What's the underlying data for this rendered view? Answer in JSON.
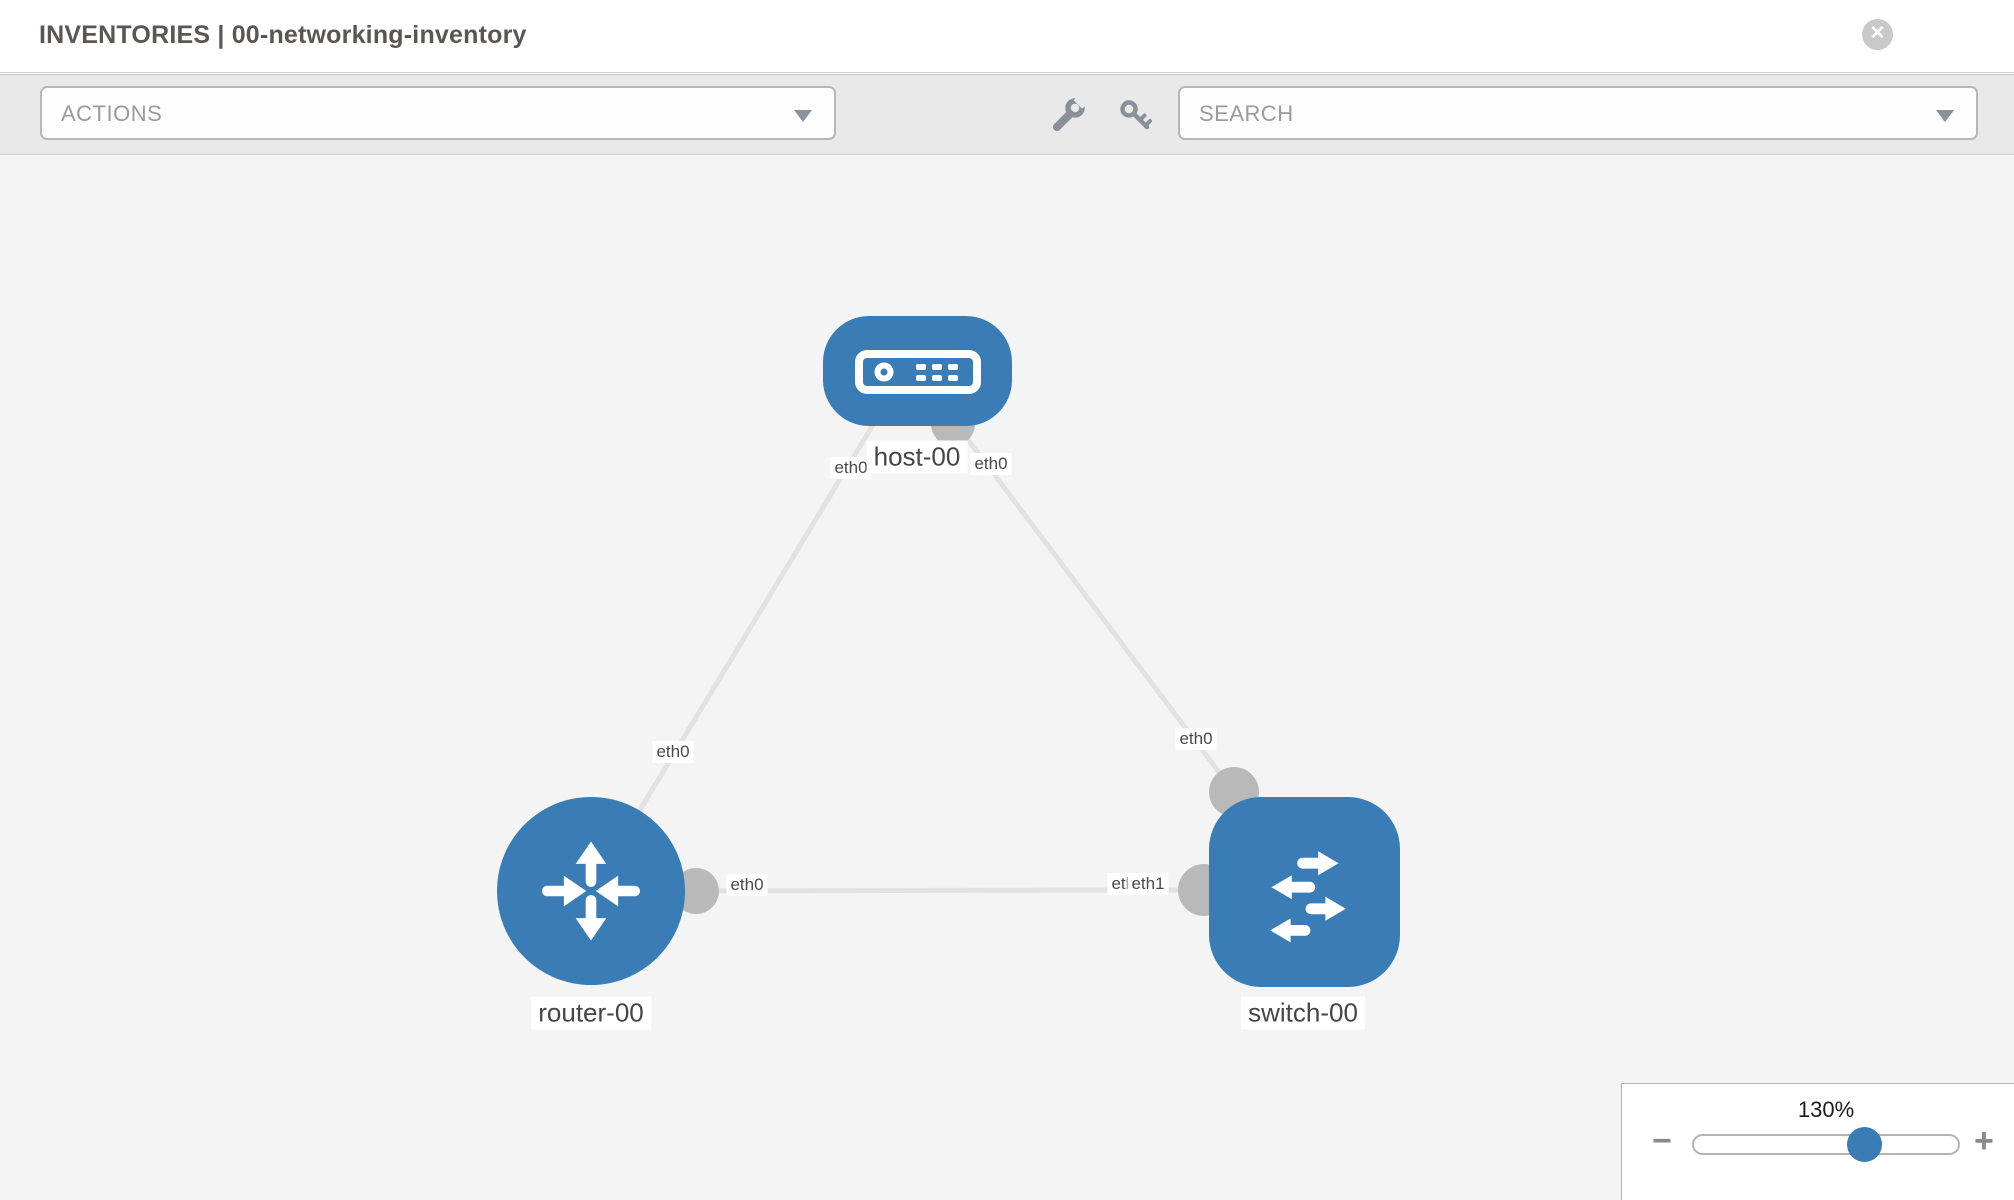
{
  "header": {
    "title": "INVENTORIES | 00-networking-inventory",
    "close_glyph": "✕"
  },
  "toolbar": {
    "actions_label": "ACTIONS",
    "search_label": "SEARCH",
    "icons": [
      "wrench-icon",
      "key-icon"
    ]
  },
  "topology": {
    "nodes": [
      {
        "label": "host-00",
        "type": "host"
      },
      {
        "label": "router-00",
        "type": "router"
      },
      {
        "label": "switch-00",
        "type": "switch"
      }
    ],
    "links": [
      {
        "source": "host-00",
        "target": "router-00",
        "source_interface": "eth0",
        "target_interface": "eth0"
      },
      {
        "source": "host-00",
        "target": "switch-00",
        "source_interface": "eth0",
        "target_interface": "eth0"
      },
      {
        "source": "router-00",
        "target": "switch-00",
        "source_interface": "eth0",
        "target_interface": "eth1"
      }
    ],
    "interface_labels": {
      "host_end_left": "eth0",
      "host_end_right": "eth0",
      "router_end_top": "eth0",
      "switch_end_top": "eth0",
      "router_end_right": "eth0",
      "switch_end_left_under": "eth0",
      "switch_end_left": "eth1"
    }
  },
  "zoom_control": {
    "level": "130%",
    "minus_glyph": "−",
    "plus_glyph": "+"
  },
  "colors": {
    "node_blue": "#3a7cb5",
    "link_gray": "#e2e2e2",
    "dot_gray": "#b9b9b9",
    "toolbar_bg": "#e9e9e9",
    "canvas_bg": "#f4f4f5"
  }
}
